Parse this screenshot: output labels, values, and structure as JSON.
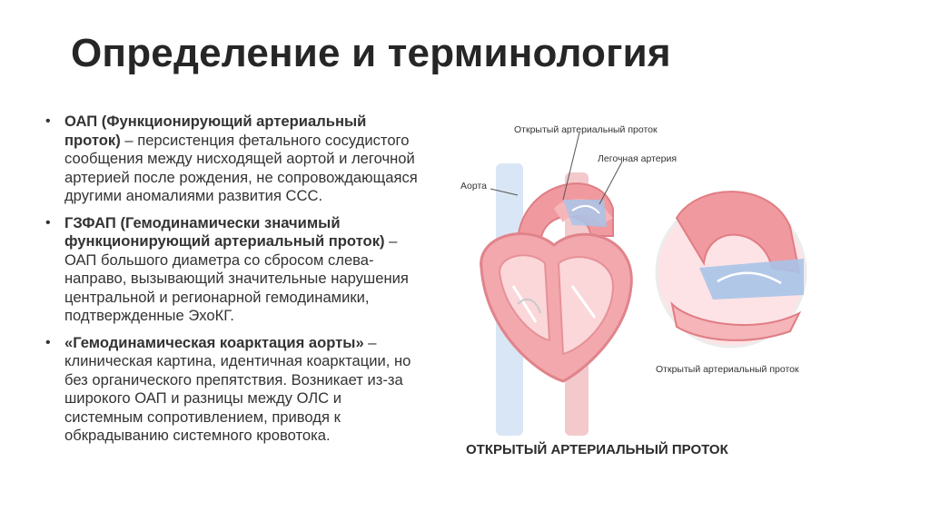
{
  "title": "Определение и терминология",
  "bullets": [
    {
      "term": "ОАП (Функционирующий артериальный проток)",
      "text": " – персистенция фетального сосудистого сообщения между нисходящей аортой и легочной артерией после рождения, не сопровождающаяся другими аномалиями развития ССС."
    },
    {
      "term": "ГЗФАП (Гемодинамически значимый функционирующий артериальный проток)",
      "text": " – ОАП большого диаметра со сбросом слева-направо, вызывающий значительные нарушения центральной и регионарной гемодинамики, подтвержденные ЭхоКГ."
    },
    {
      "term": "«Гемодинамическая коарктация аорты»",
      "text": " – клиническая картина, идентичная коарктации, но без органического препятствия. Возникает из-за широкого ОАП и разницы между ОЛС и системным сопротивлением, приводя к обкрадыванию системного кровотока."
    }
  ],
  "figure": {
    "label_duct": "Открытый артериальный проток",
    "label_pulmonary": "Легочная артерия",
    "label_aorta": "Аорта",
    "label_zoom": "Открытый артериальный проток",
    "caption": "ОТКРЫТЫЙ АРТЕРИАЛЬНЫЙ ПРОТОК"
  }
}
